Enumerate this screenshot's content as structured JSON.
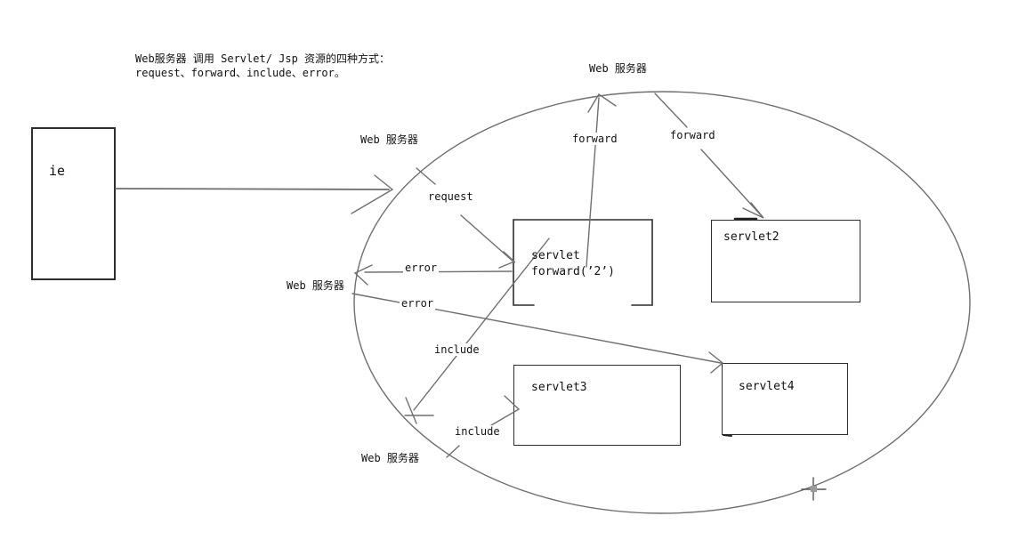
{
  "title_block": {
    "line1": "Web服务器 调用 Servlet/ Jsp 资源的四种方式：",
    "line2": "request、forward、include、error。"
  },
  "client": {
    "label": "ie"
  },
  "server_labels": {
    "top_outer": "Web 服务器",
    "top": "Web 服务器",
    "left": "Web 服务器",
    "bottom": "Web 服务器"
  },
  "servlet_boxes": {
    "servlet1": {
      "line1": "servlet",
      "line2": "forward(’2’)"
    },
    "servlet2": {
      "label": "servlet2"
    },
    "servlet3": {
      "label": "servlet3"
    },
    "servlet4": {
      "label": "servlet4"
    }
  },
  "arrow_labels": {
    "request": "request",
    "forward_left": "forward",
    "forward_right": "forward",
    "error_horizontal": "error",
    "error_diagonal": "error",
    "include_upper": "include",
    "include_lower": "include"
  },
  "colors": {
    "background": "#ffffff",
    "line": "#6f6f6f",
    "box_border": "#2d2d2d",
    "text": "#111111"
  }
}
